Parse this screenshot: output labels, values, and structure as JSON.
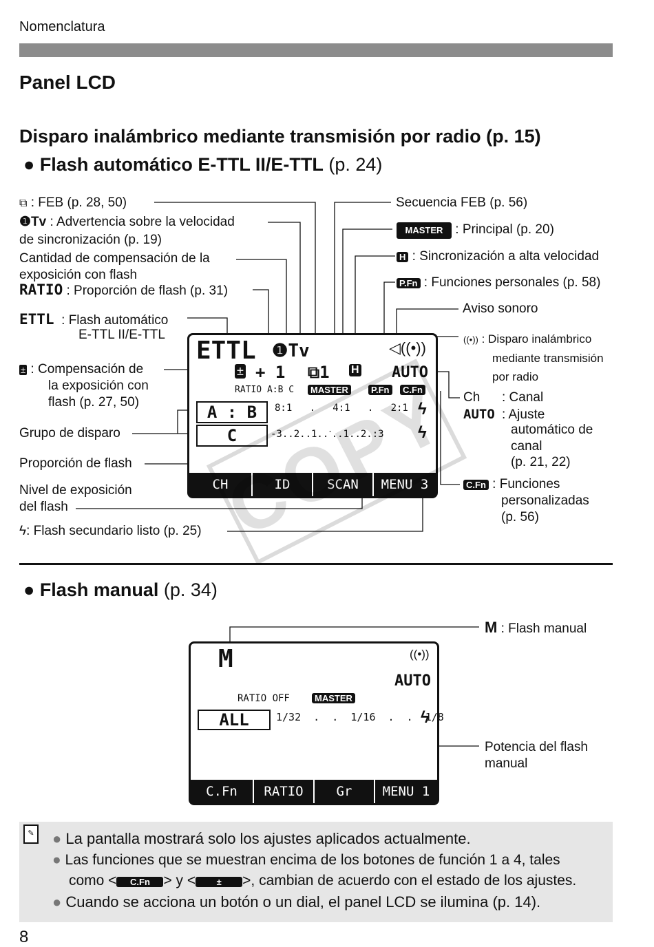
{
  "header": {
    "section": "Nomenclatura",
    "title": "Panel LCD",
    "subtitle": "Disparo inalámbrico mediante transmisión por radio (p. 15)",
    "page_number": "8"
  },
  "section1": {
    "bullet_bold": "Flash automático E-TTL II/E-TTL",
    "bullet_ref": "(p. 24)",
    "labels": {
      "feb": ": FEB (p. 28, 50)",
      "tv_icon": "Tv",
      "tv_line1": ": Advertencia sobre la velocidad",
      "tv_line2": "de sincronización (p. 19)",
      "comp_line1": "Cantidad de compensación de la",
      "comp_line2": "exposición con flash",
      "ratio_key": "RATIO",
      "ratio_text": ": Proporción de flash (p. 31)",
      "ettl_key": "ETTL",
      "ettl_line1": ": Flash automático",
      "ettl_line2": "E-TTL II/E-TTL",
      "fec_line1": ": Compensación de",
      "fec_line2": "la exposición con",
      "fec_line3": "flash (p. 27, 50)",
      "group": "Grupo de disparo",
      "ratio_prop": "Proporción de flash",
      "level_line1": "Nivel de exposición",
      "level_line2": "del flash",
      "slave_ready": ": Flash secundario listo (p. 25)",
      "feb_seq": "Secuencia FEB (p. 56)",
      "master_tag": "MASTER",
      "master_text": ": Principal (p. 20)",
      "hs_text": ": Sincronización a alta velocidad",
      "pfn_tag": "P.Fn",
      "pfn_text": ": Funciones personales (p. 58)",
      "beep": "Aviso sonoro",
      "wireless_line1": ": Disparo inalámbrico",
      "wireless_line2": "mediante transmisión",
      "wireless_line3": "por radio",
      "ch_key": "Ch",
      "ch_text": ": Canal",
      "auto_key": "AUTO",
      "auto_line1": ": Ajuste",
      "auto_line2": "automático de",
      "auto_line3": "canal",
      "auto_line4": "(p. 21, 22)",
      "cfn_tag": "C.Fn",
      "cfn_line1": ": Funciones",
      "cfn_line2": "personalizadas",
      "cfn_line3": "(p. 56)"
    },
    "lcd": {
      "mode": "ETTL",
      "tv": "Tv",
      "fec_value": "+ 1",
      "feb_value": "1",
      "auto": "AUTO",
      "ratio_label": "RATIO A:B C",
      "master": "MASTER",
      "pfn": "P.Fn",
      "cfn": "C.Fn",
      "group_ab": "A : B",
      "group_c": "C",
      "ratio_scale": "8:1   .   4:1   .   2:1",
      "exp_scale": "-3..2..1..ॱ..1..2.:3",
      "buttons": [
        "CH",
        "ID",
        "SCAN",
        "MENU 3"
      ]
    },
    "watermark": "COPY"
  },
  "section2": {
    "bullet_bold": "Flash manual",
    "bullet_ref": "(p. 34)",
    "label_m_key": "M",
    "label_m_text": ": Flash manual",
    "power_line1": "Potencia del flash",
    "power_line2": "manual",
    "lcd": {
      "mode": "M",
      "auto": "AUTO",
      "ratio_off": "RATIO OFF",
      "master": "MASTER",
      "group": "ALL",
      "scale": "1/32  .  .  1/16  .  .  1/8",
      "buttons": [
        "C.Fn",
        "RATIO",
        "Gr",
        "MENU 1"
      ]
    }
  },
  "notes": {
    "n1": "La pantalla mostrará solo los ajustes aplicados actualmente.",
    "n2a": "Las funciones que se muestran encima de los botones de función 1 a 4, tales",
    "n2b_pre": "como <",
    "n2b_cfn": "C.Fn",
    "n2b_mid": "> y <",
    "n2b_post": ">, cambian de acuerdo con el estado de los ajustes.",
    "n3": "Cuando se acciona un botón o un dial, el panel LCD se ilumina (p. 14)."
  }
}
